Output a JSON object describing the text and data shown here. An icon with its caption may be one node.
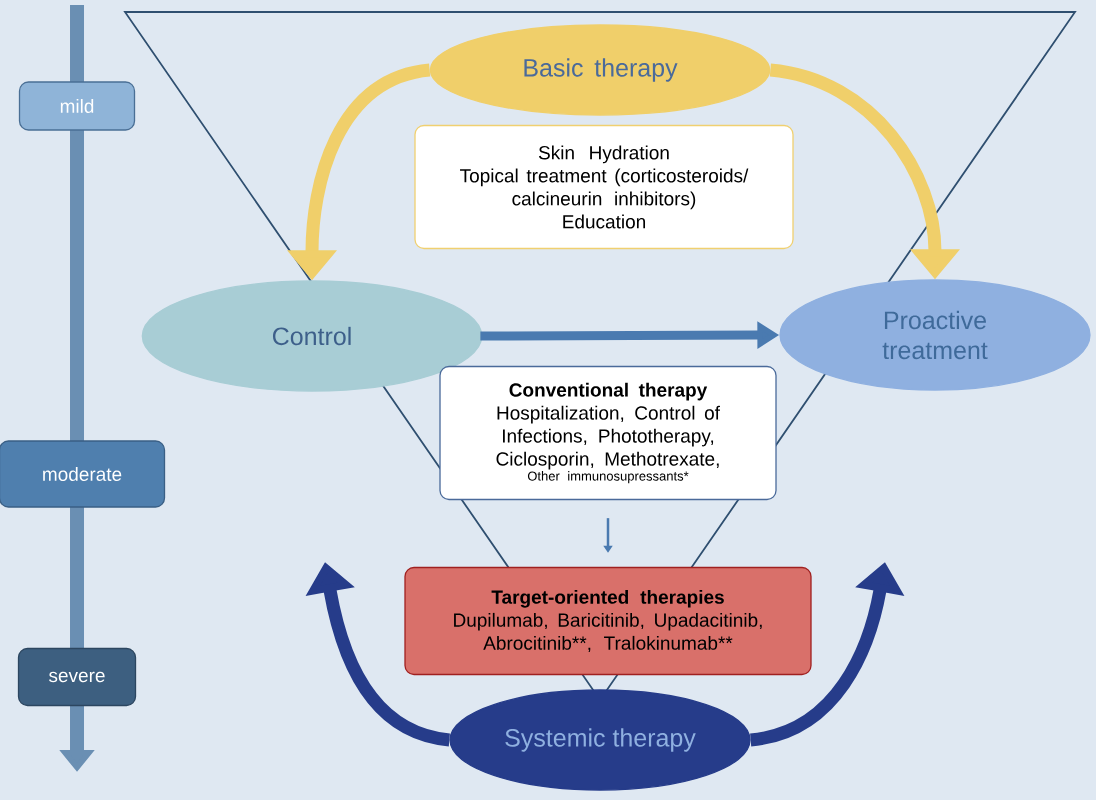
{
  "diagram": {
    "nodes": [
      {
        "text": [
          "mild"
        ]
      },
      {
        "text": [
          "moderate"
        ]
      },
      {
        "text": [
          "severe"
        ]
      },
      {
        "text": [
          "Basic therapy"
        ]
      },
      {
        "text": [
          "Skin Hydration",
          "Topical treatment (corticosteroids/ calcineurin inhibitors)",
          "Education"
        ]
      },
      {
        "text": [
          "Control"
        ]
      },
      {
        "text": [
          "Proactive treatment"
        ]
      },
      {
        "text": [
          "Conventional therapy",
          "Hospitalization, Control of Infections, Phototherapy, Ciclosporin, Methotrexate,",
          "Other immunosupressants*"
        ]
      },
      {
        "text": [
          "Target-oriented therapies",
          "Dupilumab, Baricitinib, Upadacitinib, Abrocitinib**,",
          "Tralokinumab**"
        ]
      },
      {
        "text": [
          "Systemic therapy"
        ]
      }
    ],
    "edges": [
      {
        "from": 3,
        "to": 5,
        "arrow": "to",
        "color": "#f0cf6a"
      },
      {
        "from": 3,
        "to": 6,
        "arrow": "to",
        "color": "#f0cf6a"
      },
      {
        "from": 5,
        "to": 6,
        "arrow": "to",
        "color": "#4a7ab0"
      },
      {
        "from": 7,
        "to": 8,
        "arrow": "to",
        "color": "#4a7ab0"
      },
      {
        "from": 9,
        "to": null,
        "arrow": "to",
        "color": "#263c8a"
      },
      {
        "from": 9,
        "to": null,
        "arrow": "to",
        "color": "#263c8a"
      }
    ]
  }
}
